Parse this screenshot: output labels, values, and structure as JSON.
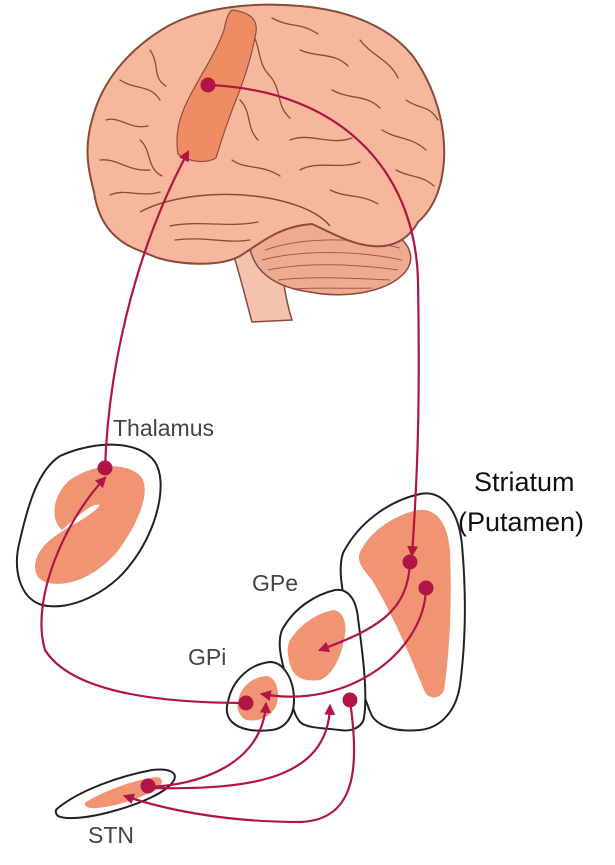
{
  "labels": {
    "thalamus": "Thalamus",
    "striatum_line1": "Striatum",
    "striatum_line2": "(Putamen)",
    "gpe": "GPe",
    "gpi": "GPi",
    "stn": "STN"
  },
  "colors": {
    "pathway": "#b01543",
    "brain_fill": "#f6b79d",
    "brain_outline": "#8a4a3a",
    "motor_cortex": "#ef8a60",
    "nucleus_fill": "#f19474",
    "nucleus_outline": "#222222"
  }
}
